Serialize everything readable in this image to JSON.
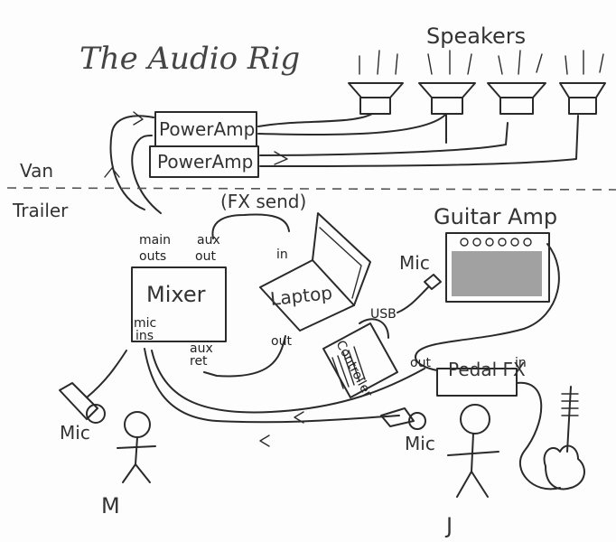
{
  "title": "The Audio Rig",
  "zones": {
    "upper": "Van",
    "lower": "Trailer"
  },
  "speakers": {
    "label": "Speakers"
  },
  "power_amps": [
    "PowerAmp",
    "PowerAmp"
  ],
  "mixer": {
    "label": "Mixer",
    "main_outs": [
      "main",
      "outs"
    ],
    "aux_out": [
      "aux",
      "out"
    ],
    "mic_ins": [
      "mic",
      "ins"
    ],
    "aux_ret": [
      "aux",
      "ret"
    ]
  },
  "fx_send": "(FX send)",
  "laptop": {
    "label": "Laptop",
    "in": "in",
    "out": "out",
    "usb": "USB"
  },
  "controller": "Controller",
  "guitar_amp": {
    "label": "Guitar Amp",
    "mic": "Mic"
  },
  "pedal_fx": {
    "label": "Pedal FX",
    "out": "out",
    "in": "in"
  },
  "mics": [
    "Mic",
    "Mic"
  ],
  "people": [
    "M",
    "J"
  ]
}
